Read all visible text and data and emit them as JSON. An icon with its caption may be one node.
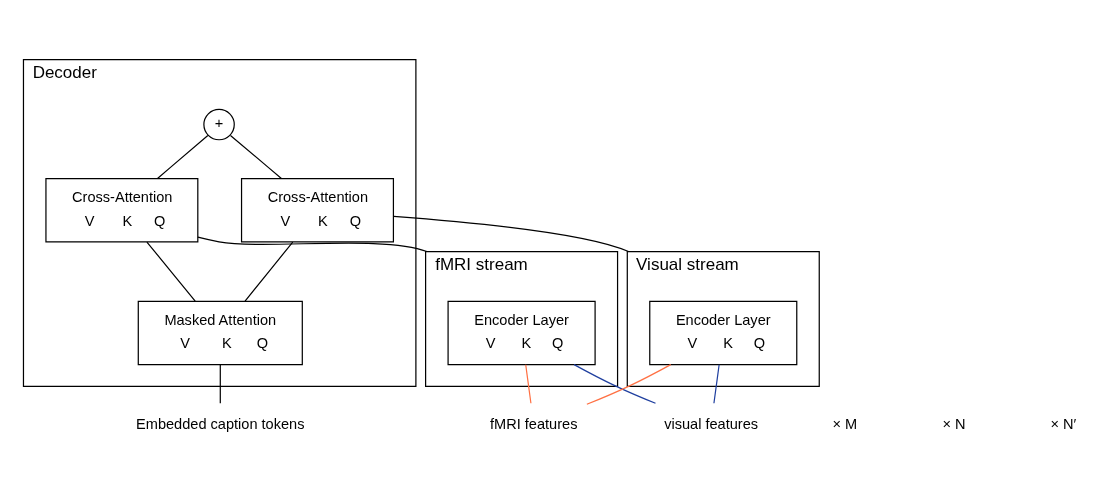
{
  "diagram": {
    "nodes": [
      {
        "text": [
          "Decoder"
        ]
      },
      {
        "text": [
          "+"
        ],
        "in": 0
      },
      {
        "text": [
          "Cross-Attention",
          "V",
          "K",
          "Q"
        ],
        "in": 0
      },
      {
        "text": [
          "Cross-Attention",
          "V",
          "K",
          "Q"
        ],
        "in": 0
      },
      {
        "text": [
          "Masked Attention",
          "V",
          "K",
          "Q"
        ],
        "in": 0
      },
      {
        "text": [
          "Visual stream"
        ]
      },
      {
        "text": [
          "Encoder Layer",
          "V",
          "K",
          "Q"
        ],
        "in": 5
      },
      {
        "text": [
          "fMRI stream"
        ]
      },
      {
        "text": [
          "Encoder Layer",
          "V",
          "K",
          "Q"
        ],
        "in": 7
      },
      {
        "text": [
          "Embedded caption tokens"
        ]
      },
      {
        "text": [
          "visual features"
        ]
      },
      {
        "text": [
          "fMRI features"
        ]
      }
    ],
    "edges": [
      {
        "from": 2,
        "to": 1,
        "arrow": "none"
      },
      {
        "from": 3,
        "to": 1,
        "arrow": "none"
      },
      {
        "from": 5,
        "to": 2,
        "arrow": "none"
      },
      {
        "from": 7,
        "to": 3,
        "arrow": "none"
      },
      {
        "from": 4,
        "to": 2,
        "arrow": "none"
      },
      {
        "from": 4,
        "to": 3,
        "arrow": "none"
      },
      {
        "from": 9,
        "to": 4,
        "arrow": "none"
      },
      {
        "from": 10,
        "to": 6,
        "arrow": "none",
        "color": "#1f3f9f"
      },
      {
        "from": 10,
        "to": 8,
        "arrow": "none",
        "color": "#1f3f9f"
      },
      {
        "from": 11,
        "to": 6,
        "arrow": "none",
        "color": "#ff7043"
      },
      {
        "from": 11,
        "to": 8,
        "arrow": "none",
        "color": "#ff7043"
      }
    ],
    "labels": [
      "× M",
      "× N",
      "× N′"
    ]
  }
}
